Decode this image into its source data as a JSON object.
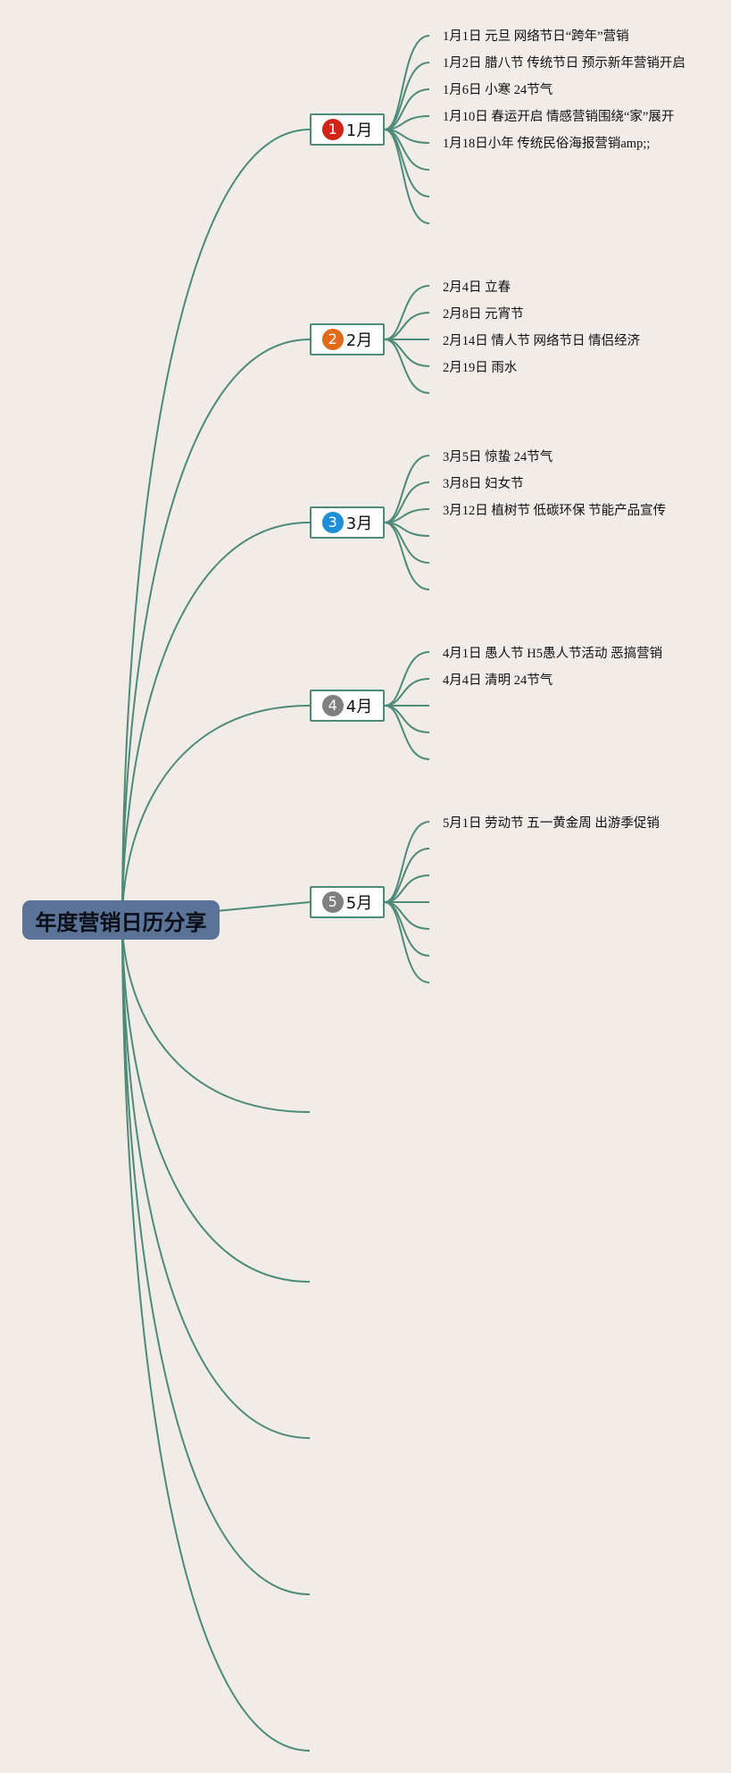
{
  "title": "年度营销日历分享",
  "colors": {
    "background": "#f1ece7",
    "line": "#4e8a78",
    "root": "#5b7397",
    "month_border": "#4e8a78"
  },
  "months": [
    {
      "num": "1",
      "label": "1月",
      "badge_color": "#d32317",
      "icon": "number-1-icon",
      "items": [
        "1月1日 元旦 网络节日“跨年”营销",
        "1月2日 腊八节 传统节日 预示新年营销开启",
        "1月6日 小寒 24节气",
        "1月10日 春运开启 情感营销围绕“家”展开",
        "1月18日小年 传统民俗海报营销amp;;",
        "",
        "",
        ""
      ]
    },
    {
      "num": "2",
      "label": "2月",
      "badge_color": "#e06b1c",
      "icon": "number-2-icon",
      "items": [
        "2月4日 立春",
        "2月8日 元宵节",
        "2月14日 情人节 网络节日 情侣经济",
        "2月19日 雨水",
        ""
      ]
    },
    {
      "num": "3",
      "label": "3月",
      "badge_color": "#1e8fd6",
      "icon": "number-3-icon",
      "items": [
        "3月5日 惊蛰 24节气",
        "3月8日 妇女节",
        "3月12日 植树节 低碳环保 节能产品宣传",
        "",
        "",
        ""
      ]
    },
    {
      "num": "4",
      "label": "4月",
      "badge_color": "#7f7f7f",
      "icon": "number-4-icon",
      "items": [
        "4月1日 愚人节 H5愚人节活动 恶搞营销",
        "4月4日 清明 24节气",
        "",
        "",
        ""
      ]
    },
    {
      "num": "5",
      "label": "5月",
      "badge_color": "#7f7f7f",
      "icon": "number-5-icon",
      "items": [
        "5月1日 劳动节 五一黄金周 出游季促销",
        "",
        "",
        "",
        "",
        "",
        ""
      ]
    }
  ]
}
